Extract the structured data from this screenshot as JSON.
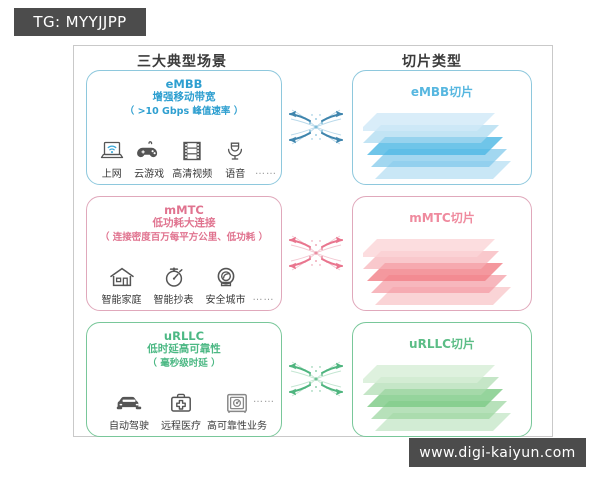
{
  "watermarks": {
    "top": "TG: MYYJJPP",
    "bottom": "www.digi-kaiyun.com"
  },
  "columns": {
    "left_header": "三大典型场景",
    "right_header": "切片类型"
  },
  "colors": {
    "embb": "#2e9fd0",
    "embb_border": "#8ec8dd",
    "embb_slice_text": "#57b7e0",
    "mmtc": "#e0738f",
    "mmtc_border": "#e0a8bb",
    "mmtc_slice_text": "#ef8a9e",
    "urllc": "#4cb884",
    "urllc_border": "#79c79a",
    "urllc_slice_text": "#5cbd86",
    "frame_border": "#c9c9c9",
    "watermark_bg": "#4c4c4c"
  },
  "rows": [
    {
      "key": "embb",
      "title": "eMBB",
      "subtitle": "增强移动带宽",
      "detail": "（ >10 Gbps 峰值速率 ）",
      "slice_title": "eMBB切片",
      "ellipsis": "……",
      "icons": [
        {
          "name": "laptop-wifi-icon",
          "label": "上网"
        },
        {
          "name": "gamepad-icon",
          "label": "云游戏"
        },
        {
          "name": "film-strip-icon",
          "label": "高清视频"
        },
        {
          "name": "microphone-icon",
          "label": "语音"
        }
      ]
    },
    {
      "key": "mmtc",
      "title": "mMTC",
      "subtitle": "低功耗大连接",
      "detail": "（ 连接密度百万每平方公里、低功耗 ）",
      "slice_title": "mMTC切片",
      "ellipsis": "……",
      "icons": [
        {
          "name": "house-icon",
          "label": "智能家庭"
        },
        {
          "name": "meter-gauge-icon",
          "label": "智能抄表"
        },
        {
          "name": "security-camera-icon",
          "label": "安全城市"
        }
      ]
    },
    {
      "key": "urllc",
      "title": "uRLLC",
      "subtitle": "低时延高可靠性",
      "detail": "（ 毫秒级时延 ）",
      "slice_title": "uRLLC切片",
      "ellipsis": "……",
      "icons": [
        {
          "name": "car-icon",
          "label": "自动驾驶"
        },
        {
          "name": "medical-kit-icon",
          "label": "远程医疗"
        },
        {
          "name": "safe-vault-icon",
          "label": "高可靠性业务"
        }
      ]
    }
  ]
}
